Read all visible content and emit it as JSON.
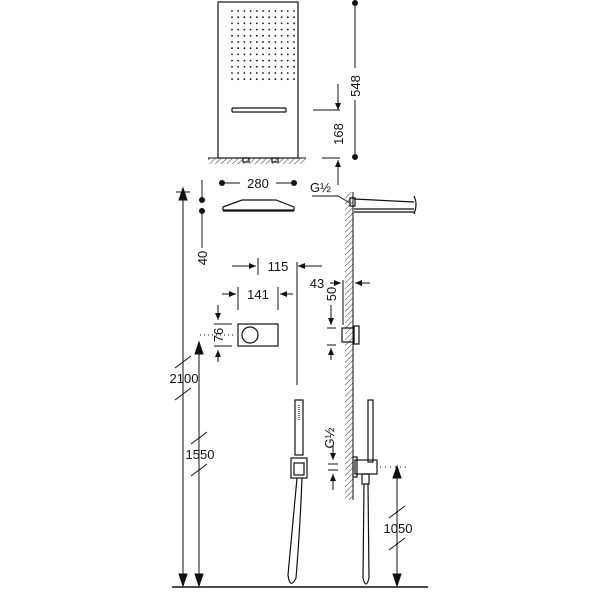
{
  "diagram": {
    "type": "technical-drawing",
    "subject": "thermostatic shower set installation dimensions",
    "colors": {
      "line": "#111111",
      "background": "#ffffff",
      "hatch": "#333333"
    },
    "dimensions": {
      "overhead_height": "548",
      "overhead_drop": "168",
      "showerhead_width": "280",
      "showerhead_gap": "40",
      "outlet_thread_top": "G½",
      "control_offset": "115",
      "control_width": "141",
      "wall_depth": "43",
      "control_to_valve": "50",
      "control_height": "76",
      "total_height": "2100",
      "control_floor_height": "1550",
      "outlet_thread_bottom": "G½",
      "hand_outlet_height": "1050"
    }
  }
}
